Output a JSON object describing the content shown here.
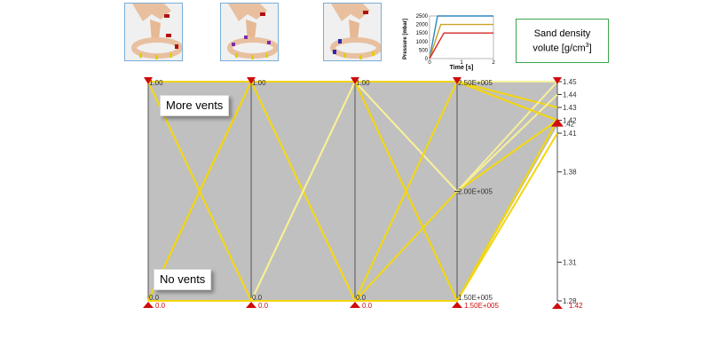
{
  "callout": {
    "line1": "Sand density",
    "line2": "volute [g/cm",
    "sup": "3",
    "tail": "]"
  },
  "notes": {
    "more_vents": "More vents",
    "no_vents": "No vents"
  },
  "inset": {
    "ylabel": "Pressure [mbar]",
    "xlabel": "Time [s]",
    "y_ticks": [
      "2500",
      "2000",
      "1500",
      "1000",
      "500",
      "0"
    ],
    "x_ticks": [
      "0",
      "1",
      "2"
    ],
    "series_colors": [
      "#2e86c1",
      "#c9a227",
      "#d62728"
    ],
    "plateaus": [
      2500,
      2000,
      1500
    ]
  },
  "colors": {
    "panel": "#c0c0c0",
    "line": "#f2d50f",
    "line_pale": "#f7ef9a",
    "marker": "#d10c0c",
    "callout_border": "#3aa54a"
  },
  "chart_data": {
    "type": "parallel-coordinates",
    "axes": [
      {
        "ticks_top": "1.00",
        "tick_bottom": "0.0",
        "marker_top": "",
        "marker_bottom": "0.0"
      },
      {
        "ticks_top": "1.00",
        "tick_bottom": "0.0",
        "marker_top": "",
        "marker_bottom": "0.0"
      },
      {
        "ticks_top": "1.00",
        "tick_bottom": "0.0",
        "marker_top": "",
        "marker_bottom": "0.0"
      },
      {
        "ticks_top": "2.50E+005",
        "tick_mid": "2.00E+005",
        "tick_bottom": "1.50E+005",
        "marker_top": "",
        "marker_bottom": "1.50E+005"
      },
      {
        "ticks": [
          "1.45",
          "1.44",
          "1.43",
          "1.42",
          "1.41",
          "1.38",
          "1.31",
          "1.28"
        ],
        "tick_values": [
          1.45,
          1.44,
          1.43,
          1.42,
          1.41,
          1.38,
          1.31,
          1.28
        ],
        "marker_mid": ".42",
        "marker_bottom": "1.42"
      }
    ],
    "ranges": [
      [
        0,
        1
      ],
      [
        0,
        1
      ],
      [
        0,
        1
      ],
      [
        150000,
        250000
      ],
      [
        1.28,
        1.45
      ]
    ],
    "lines": [
      {
        "values": [
          0,
          1,
          0,
          250000,
          1.45
        ],
        "style": "pale"
      },
      {
        "values": [
          0,
          1,
          1,
          150000,
          1.42
        ],
        "style": "bright"
      },
      {
        "values": [
          0,
          0,
          1,
          250000,
          1.43
        ],
        "style": "bright"
      },
      {
        "values": [
          1,
          1,
          0,
          200000,
          1.42
        ],
        "style": "pale"
      },
      {
        "values": [
          0,
          1,
          0,
          200000,
          1.42
        ],
        "style": "bright"
      },
      {
        "values": [
          0,
          0,
          1,
          200000,
          1.44
        ],
        "style": "pale"
      },
      {
        "values": [
          1,
          0,
          1,
          200000,
          1.45
        ],
        "style": "pale"
      },
      {
        "values": [
          1,
          1,
          1,
          150000,
          1.42
        ],
        "style": "bright"
      },
      {
        "values": [
          0,
          0,
          0,
          250000,
          1.42
        ],
        "style": "bright"
      },
      {
        "values": [
          0,
          1,
          1,
          250000,
          1.42
        ],
        "style": "bright"
      },
      {
        "values": [
          1,
          0,
          0,
          150000,
          1.41
        ],
        "style": "bright"
      }
    ]
  }
}
